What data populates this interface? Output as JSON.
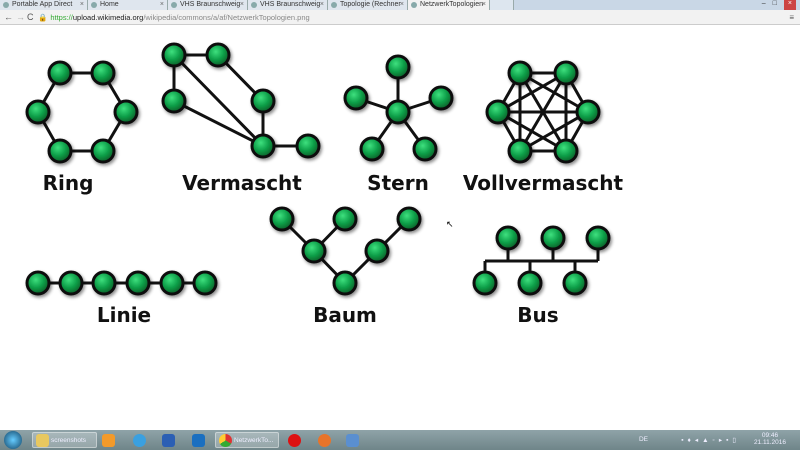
{
  "browser": {
    "tabs": [
      {
        "label": "Portable App Direct",
        "active": false
      },
      {
        "label": "Home",
        "active": false
      },
      {
        "label": "VHS Braunschweig",
        "active": false
      },
      {
        "label": "VHS Braunschweig",
        "active": false
      },
      {
        "label": "Topologie (Rechner",
        "active": false
      },
      {
        "label": "NetzwerkTopologien",
        "active": true
      }
    ],
    "close_glyph": "×",
    "url_scheme": "https://",
    "url_host": "upload.wikimedia.org",
    "url_path": "/wikipedia/commons/a/af/NetzwerkTopologien.png",
    "window_controls": [
      "–",
      "□",
      "×"
    ]
  },
  "image": {
    "node_color": "#0a9a45",
    "labels": {
      "ring": "Ring",
      "vermascht": "Vermascht",
      "stern": "Stern",
      "vollvermascht": "Vollvermascht",
      "linie": "Linie",
      "baum": "Baum",
      "bus": "Bus"
    }
  },
  "taskbar": {
    "items": [
      {
        "label": "screenshots",
        "icon": "folder-icon"
      },
      {
        "label": "",
        "icon": "media-player-icon"
      },
      {
        "label": "",
        "icon": "internet-explorer-icon"
      },
      {
        "label": "",
        "icon": "word-icon"
      },
      {
        "label": "",
        "icon": "outlook-icon"
      },
      {
        "label": "NetzwerkTo...",
        "icon": "chrome-icon"
      },
      {
        "label": "",
        "icon": "opera-icon"
      },
      {
        "label": "",
        "icon": "firefox-icon"
      },
      {
        "label": "",
        "icon": "network-tool-icon"
      }
    ],
    "language": "DE",
    "time": "09:46",
    "date": "21.11.2016"
  }
}
